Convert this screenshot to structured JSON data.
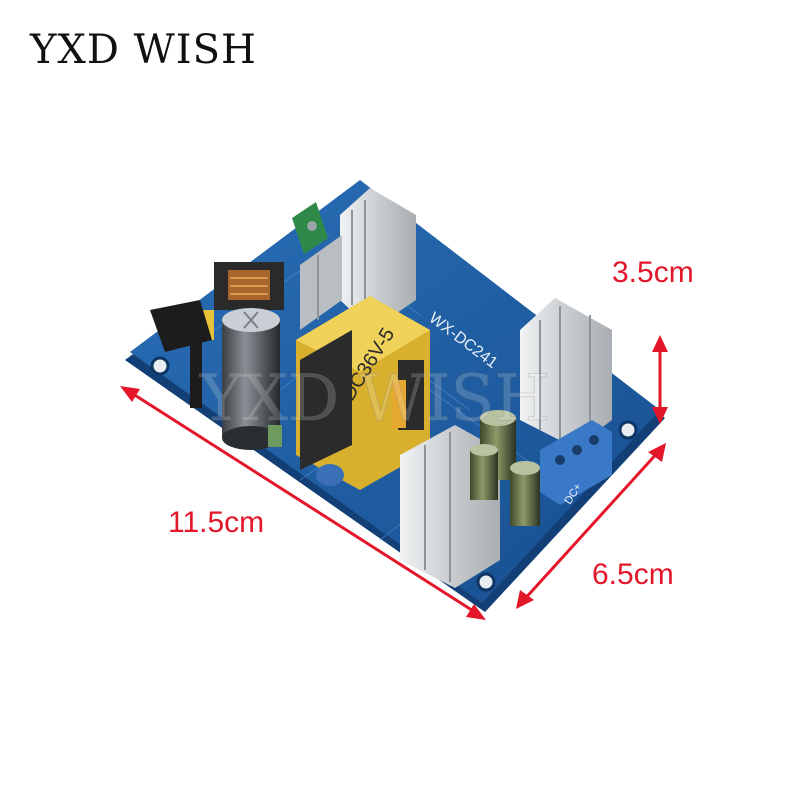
{
  "brand": {
    "name": "YXD WISH"
  },
  "product": {
    "board_model": "WX-DC241",
    "transformer_label": "DC36V-5",
    "terminal_label": "DC+",
    "watermark": "YXD WISH"
  },
  "dimensions": {
    "height": "3.5cm",
    "length": "11.5cm",
    "width": "6.5cm"
  },
  "colors": {
    "pcb": "#1f5fa6",
    "annotation": "#e4162a",
    "heatsink": "#cfd3d6",
    "transformer": "#e7c23a",
    "terminal": "#3a78c8"
  }
}
